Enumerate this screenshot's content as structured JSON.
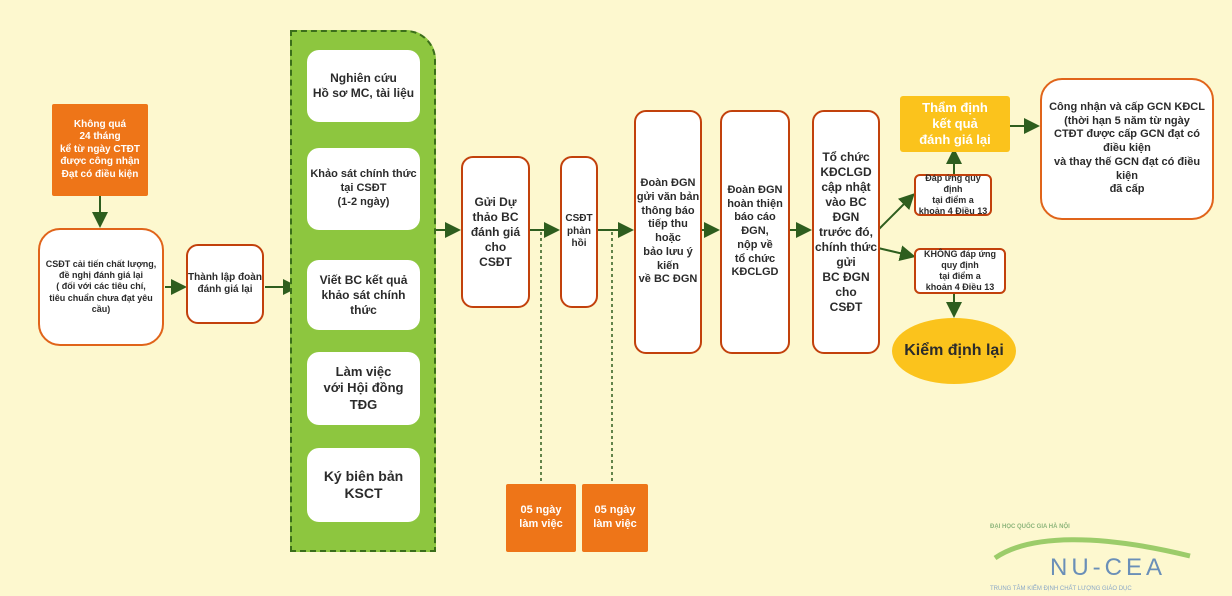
{
  "boxes": {
    "khong_qua": "Không quá\n24 tháng\nkể từ ngày CTĐT\nđược công nhận\nĐạt có điều kiện",
    "csdt_cai_tien": "CSĐT cải tiến chất lượng,\nđề nghị đánh giá lại\n( đối với các tiêu chí,\ntiêu chuẩn chưa đạt yêu cầu)",
    "thanh_lap": "Thành lập đoàn\nđánh giá lại",
    "nghien_cuu": "Nghiên cứu\nHồ sơ MC, tài liệu",
    "khao_sat": "Khảo sát chính thức\ntại CSĐT\n(1-2 ngày)",
    "viet_bc": "Viết BC kết quả\nkhảo sát chính thức",
    "lam_viec": "Làm việc\nvới Hội đồng\nTĐG",
    "ky_bien_ban": "Ký biên bản KSCT",
    "gui_du_thao": "Gửi Dự\nthảo BC\nđánh giá\ncho\nCSĐT",
    "csdt_phan_hoi": "CSĐT\nphản\nhồi",
    "doan_dgn_gui": "Đoàn ĐGN\ngửi văn bản\nthông báo\ntiếp thu hoặc\nbảo lưu ý kiến\nvề BC ĐGN",
    "doan_dgn_hoan_thien": "Đoàn ĐGN\nhoàn thiện\nbáo cáo\nĐGN,\nnộp về\ntổ chức\nKĐCLGD",
    "to_chuc": "Tổ chức\nKĐCLGD\ncập nhật\nvào BC ĐGN\ntrước đó,\nchính thức gửi\nBC ĐGN cho\nCSĐT",
    "tham_dinh": "Thẩm định\nkết quả\nđánh giá lại",
    "dap_ung": "Đáp ứng quy định\ntại điểm a\nkhoản 4 Điều 13",
    "khong_dap_ung": "KHÔNG đáp ứng quy định\ntại điểm a\nkhoản 4 Điều 13",
    "kiem_dinh_lai": "Kiểm định lại",
    "cong_nhan": "Công nhận và cấp GCN KĐCL\n(thời hạn 5 năm từ ngày\nCTĐT được cấp GCN đạt có điều kiện\nvà thay thế GCN đạt có điều kiện\nđã cấp",
    "ngay_1": "05 ngày\nlàm việc",
    "ngay_2": "05 ngày\nlàm việc"
  },
  "logo": {
    "top": "ĐẠI HỌC QUỐC GIA HÀ NỘI",
    "mark": "NU-CEA",
    "bottom": "TRUNG TÂM KIỂM ĐỊNH CHẤT LƯỢNG GIÁO DỤC"
  },
  "colors": {
    "background": "#fdf8cf",
    "orange": "#ee7518",
    "green": "#8dc63f",
    "yellow": "#fbc31c",
    "arrow": "#2e5e1e"
  }
}
